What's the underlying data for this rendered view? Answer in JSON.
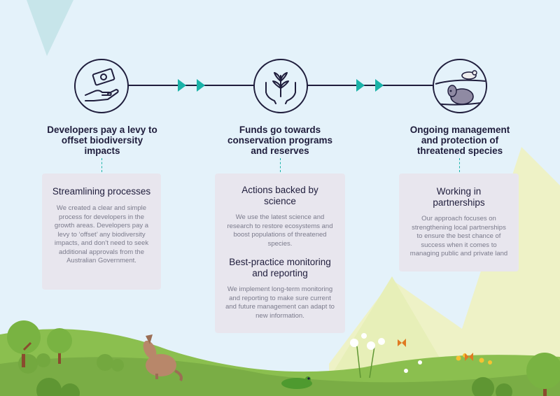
{
  "steps": [
    {
      "title": "Developers pay a levy to offset biodiversity impacts",
      "icon": "money-hands-icon"
    },
    {
      "title": "Funds go towards conservation programs and reserves",
      "icon": "plant-hands-icon"
    },
    {
      "title": "Ongoing management and protection of threatened species",
      "icon": "frog-bandicoot-icon"
    }
  ],
  "cards": [
    {
      "sections": [
        {
          "heading": "Streamlining processes",
          "body": "We created a clear and simple process for developers in the growth areas. Developers pay a levy to ‘offset’ any biodiversity impacts, and don’t need to seek additional approvals from the Australian Government."
        }
      ]
    },
    {
      "sections": [
        {
          "heading": "Actions backed by science",
          "body": "We use the latest science and research to restore ecosystems and boost populations of threatened species."
        },
        {
          "heading": "Best-practice monitoring and reporting",
          "body": "We implement long-term monitoring and reporting to make sure current and future management can adapt to new information."
        }
      ]
    },
    {
      "sections": [
        {
          "heading": "Working in partnerships",
          "body": "Our approach focuses on strengthening local partnerships to ensure the best chance of success when it comes to managing public and private land"
        }
      ]
    }
  ],
  "colors": {
    "sky": "#e4f2fa",
    "navy": "#1f1d3c",
    "teal": "#19b3a8",
    "card": "#e8e6ee",
    "grass": "#8bbf4f",
    "mountain": "#eef2c6"
  }
}
